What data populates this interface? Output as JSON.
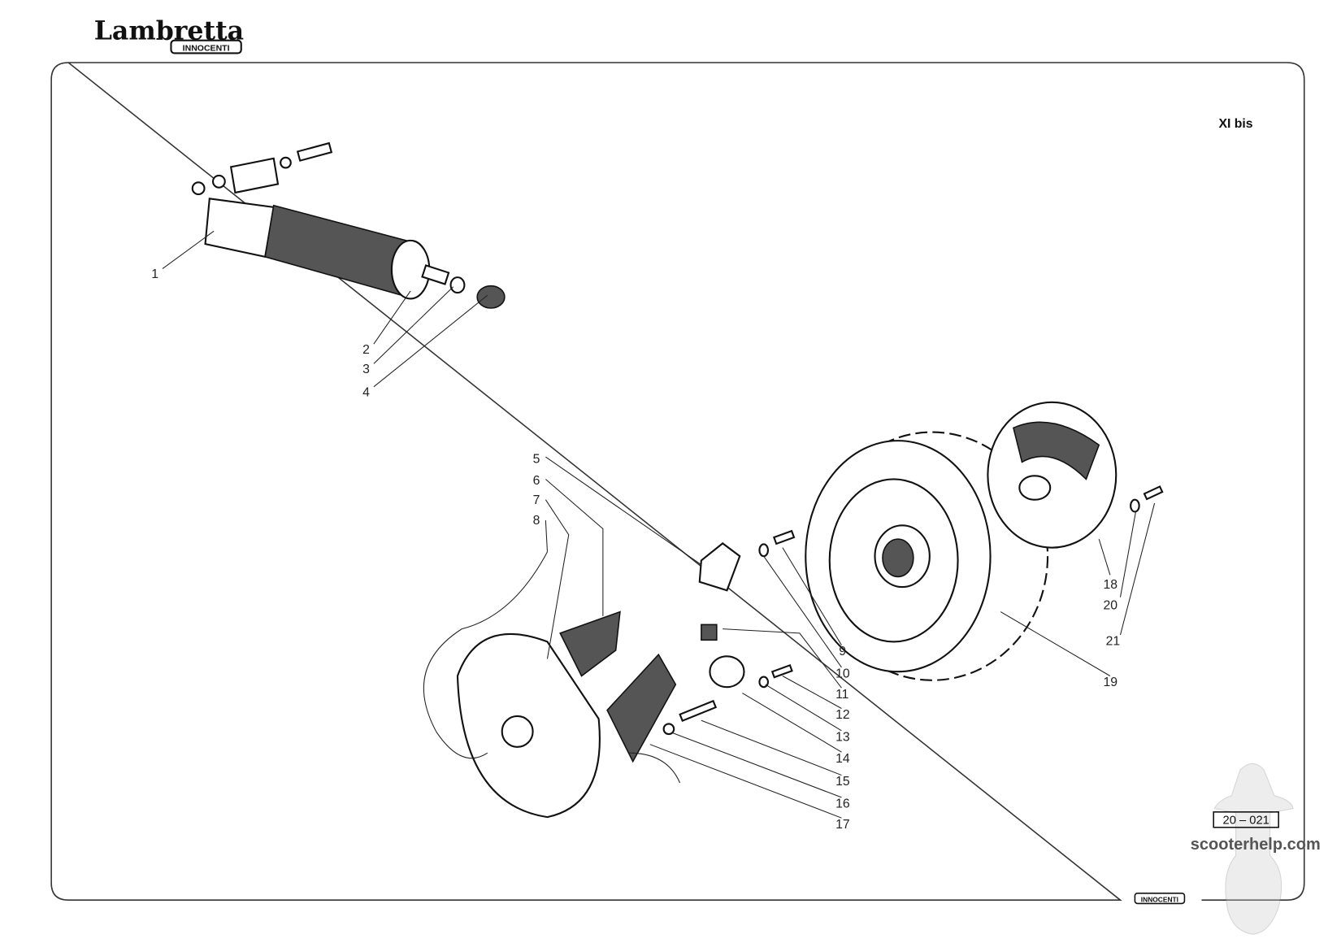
{
  "header": {
    "brand": "Lambretta",
    "brand_sub": "INNOCENTI"
  },
  "plate": {
    "code": "XI bis",
    "page_ref": "20 – 021",
    "footer_badge": "INNOCENTI"
  },
  "watermark": "scooterhelp.com",
  "callouts": [
    "1",
    "2",
    "3",
    "4",
    "5",
    "6",
    "7",
    "8",
    "9",
    "10",
    "11",
    "12",
    "13",
    "14",
    "15",
    "16",
    "17",
    "18",
    "19",
    "20",
    "21"
  ]
}
